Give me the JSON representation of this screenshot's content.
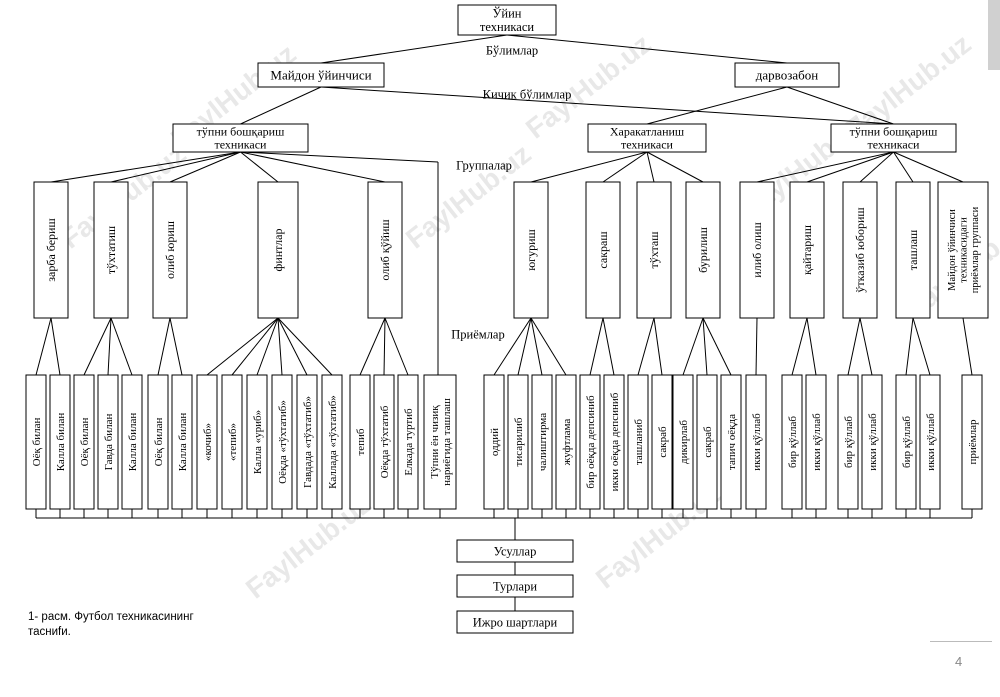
{
  "diagram": {
    "root": "Ўйин\nтехникаси",
    "level_labels": {
      "sections": "Бўлимлар",
      "subsections": "Кичик бўлимлар",
      "groups": "Группалар",
      "methods": "Приёмлар"
    },
    "sections": [
      "Майдон ўйинчиси",
      "дарвозабон"
    ],
    "subsections": [
      "тўпни бошқариш\nтехникаси",
      "Харакатланиш\nтехникаси",
      "тўпни бошқариш\nтехникаси"
    ],
    "groups": [
      "зарба бериш",
      "тўхтатиш",
      "олиб юриш",
      "финтлар",
      "олиб қўйиш",
      "югуриш",
      "сакраш",
      "тўхташ",
      "бурилиш",
      "илиб олиш",
      "қайтариш",
      "ўтказиб юбориш",
      "ташлаш",
      "Майдон ўйинчиси\nтехникасидаги\nприёмлар группаси"
    ],
    "methods": [
      "Оёқ билан",
      "Калла билан",
      "Оёқ билан",
      "Гавда билан",
      "Калла билан",
      "Оёқ билан",
      "Калла билан",
      "«кочиб»",
      "«тепиб»",
      "Калла «уриб»",
      "Оёқда «тўхтатиб»",
      "Гавдада «тўхтатиб»",
      "Каллада «тўхтатиб»",
      "тепиб",
      "Оёқда тўхтатиб",
      "Елкада туртиб",
      "Тўпни ён чизиқ\nнариёгида ташлаш",
      "оддий",
      "тисарилиб",
      "чалиштирма",
      "жуфтлама",
      "бир оёқда депсиниб",
      "икки оёқда депсиниб",
      "ташланиб",
      "сакраб",
      "дикирлаб",
      "сакраб",
      "тапич оёқда",
      "икки қўллаб",
      "бир қўллаб",
      "икки қўллаб",
      "бир қўллаб",
      "икки қўллаб",
      "бир қўллаб",
      "икки қўллаб",
      "приёмлар"
    ],
    "bottom": [
      "Усуллар",
      "Турлари",
      "Ижро шартлари"
    ]
  },
  "caption": "1- расм. Футбол техникасининг\nтасниfи.",
  "page_number": "4",
  "watermark": "FaylHub.uz"
}
